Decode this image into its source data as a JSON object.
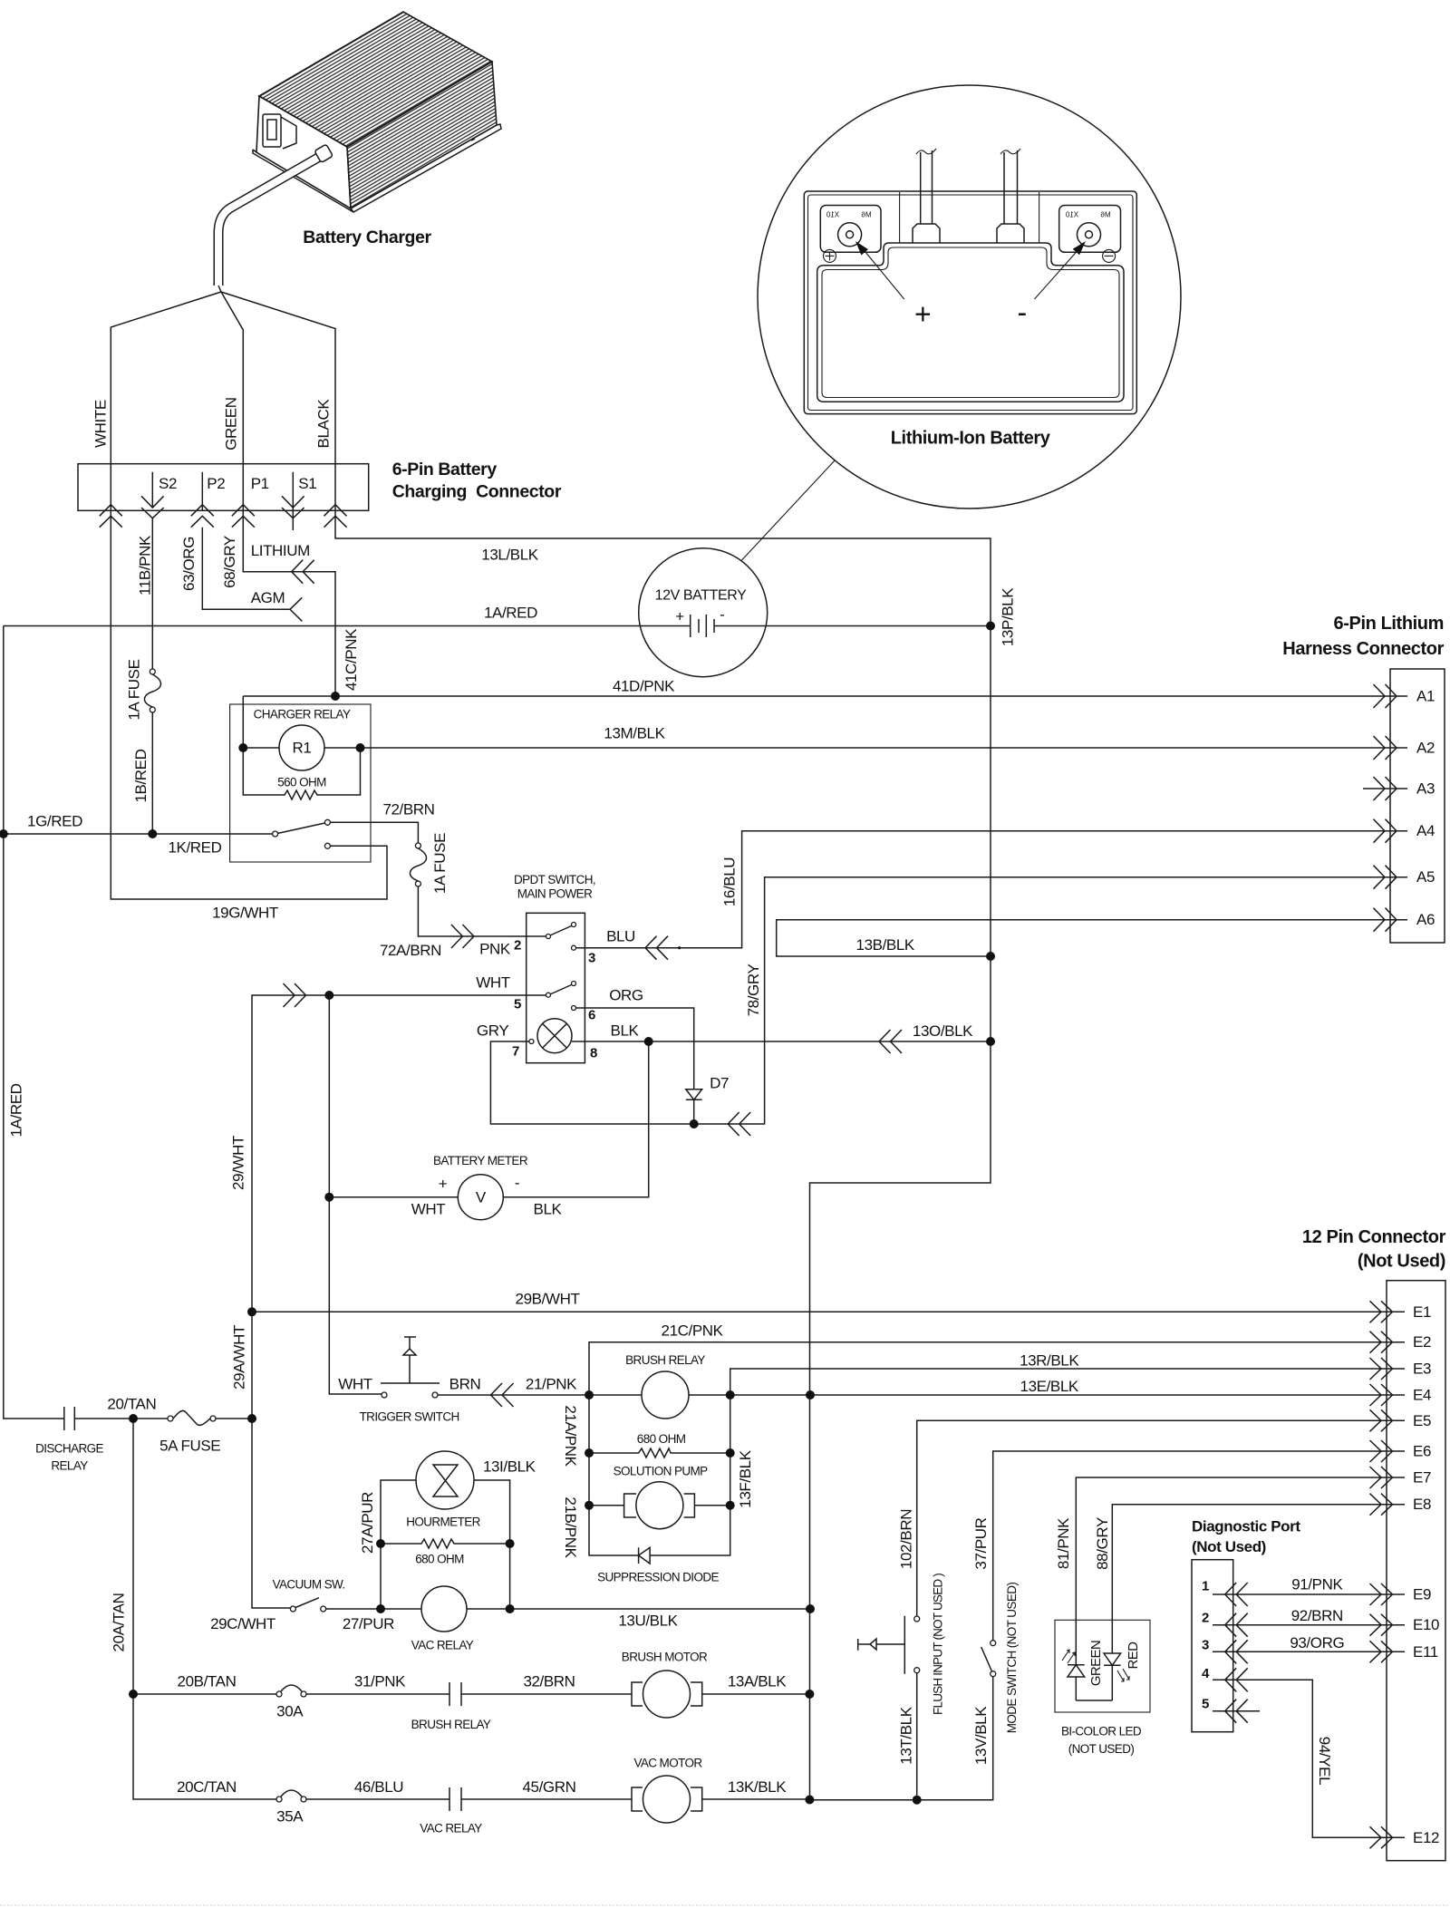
{
  "battery_charger": {
    "label": "Battery Charger"
  },
  "charging_connector": {
    "title_line1": "6-Pin Battery",
    "title_line2": "Charging  Connector",
    "leads": {
      "white": "WHITE",
      "green": "GREEN",
      "black": "BLACK"
    },
    "pins": {
      "s2": "S2",
      "p2": "P2",
      "p1": "P1",
      "s1": "S1"
    },
    "selectors": {
      "lithium": "LITHIUM",
      "agm": "AGM"
    }
  },
  "lithium_battery": {
    "label": "Lithium-Ion Battery",
    "positive": "+",
    "negative": "-",
    "terminal_size": "X10",
    "terminal_thread": "M6"
  },
  "battery_12v": {
    "label": "12V BATTERY",
    "positive": "+",
    "negative": "-"
  },
  "harness_connector": {
    "title_line1": "6-Pin Lithium",
    "title_line2": "Harness Connector",
    "pins": [
      "A1",
      "A2",
      "A3",
      "A4",
      "A5",
      "A6"
    ]
  },
  "charger_relay": {
    "label": "CHARGER RELAY",
    "coil": "R1",
    "resistor": "560 OHM"
  },
  "dpdt_switch": {
    "title_line1": "DPDT SWITCH,",
    "title_line2": "MAIN POWER",
    "pin_numbers": {
      "p2": "2",
      "p3": "3",
      "p5": "5",
      "p6": "6",
      "p7": "7",
      "p8": "8"
    },
    "leads": {
      "pnk": "PNK",
      "blu": "BLU",
      "wht": "WHT",
      "org": "ORG",
      "gry": "GRY",
      "blk": "BLK"
    }
  },
  "diode_d7": {
    "label": "D7"
  },
  "battery_meter": {
    "label": "BATTERY METER",
    "symbol": "V",
    "positive": "+",
    "negative": "-",
    "positive_lead": "WHT",
    "negative_lead": "BLK"
  },
  "trigger_switch": {
    "label": "TRIGGER SWITCH",
    "left_lead": "WHT",
    "right_lead": "BRN"
  },
  "discharge_relay": {
    "label_line1": "DISCHARGE",
    "label_line2": "RELAY"
  },
  "main_fuse": {
    "label": "5A FUSE"
  },
  "fuses": {
    "charger_fuse": "1A FUSE",
    "relay_fuse": "1A FUSE"
  },
  "brush_relay_coil": {
    "label": "BRUSH RELAY",
    "resistor": "680 OHM"
  },
  "solution_pump": {
    "label": "SOLUTION PUMP"
  },
  "suppression_diode": {
    "label": "SUPPRESSION DIODE"
  },
  "hourmeter": {
    "label": "HOURMETER",
    "resistor": "680 OHM"
  },
  "vac_relay_coil": {
    "label": "VAC RELAY"
  },
  "vacuum_switch": {
    "label": "VACUUM SW."
  },
  "brush_motor_circuit": {
    "motor": "BRUSH MOTOR",
    "fuse": "30A",
    "relay_contact": "BRUSH RELAY"
  },
  "vac_motor_circuit": {
    "motor": "VAC MOTOR",
    "fuse": "35A",
    "relay_contact": "VAC RELAY"
  },
  "flush_input": {
    "label": "FLUSH INPUT (NOT USED )"
  },
  "mode_switch": {
    "label": "MODE SWITCH (NOT USED)"
  },
  "bicolor_led": {
    "label_line1": "BI-COLOR LED",
    "label_line2": "(NOT USED)",
    "green": "GREEN",
    "red": "RED"
  },
  "pin12_connector": {
    "title_line1": "12 Pin Connector",
    "title_line2": "(Not Used)",
    "pins": [
      "E1",
      "E2",
      "E3",
      "E4",
      "E5",
      "E6",
      "E7",
      "E8",
      "E9",
      "E10",
      "E11",
      "E12"
    ]
  },
  "diagnostic_port": {
    "title_line1": "Diagnostic Port",
    "title_line2": "(Not Used)",
    "pins": [
      "1",
      "2",
      "3",
      "4",
      "5"
    ]
  },
  "wires": {
    "w11B": "11B/PNK",
    "w63": "63/ORG",
    "w68": "68/GRY",
    "w13L": "13L/BLK",
    "w1A": "1A/RED",
    "w13P": "13P/BLK",
    "w41C": "41C/PNK",
    "w41D": "41D/PNK",
    "w13M": "13M/BLK",
    "w1B": "1B/RED",
    "w1G": "1G/RED",
    "w1K": "1K/RED",
    "w72": "72/BRN",
    "w19G": "19G/WHT",
    "w72A": "72A/BRN",
    "w16": "16/BLU",
    "w78": "78/GRY",
    "w13B": "13B/BLK",
    "w13O": "13O/BLK",
    "w1A_v": "1A/RED",
    "w29": "29/WHT",
    "w29B": "29B/WHT",
    "w21C": "21C/PNK",
    "w29A": "29A/WHT",
    "w13R": "13R/BLK",
    "w13E": "13E/BLK",
    "w21": "21/PNK",
    "w21A": "21A/PNK",
    "w21B": "21B/PNK",
    "w13F": "13F/BLK",
    "w20": "20/TAN",
    "w13I": "13I/BLK",
    "w27A": "27A/PUR",
    "w29C": "29C/WHT",
    "w27": "27/PUR",
    "w13U": "13U/BLK",
    "w20A": "20A/TAN",
    "w20B": "20B/TAN",
    "w31": "31/PNK",
    "w32": "32/BRN",
    "w13A": "13A/BLK",
    "w20C": "20C/TAN",
    "w46": "46/BLU",
    "w45": "45/GRN",
    "w13K": "13K/BLK",
    "w102": "102/BRN",
    "w13T": "13T/BLK",
    "w37": "37/PUR",
    "w13V": "13V/BLK",
    "w81": "81/PNK",
    "w88": "88/GRY",
    "w91": "91/PNK",
    "w92": "92/BRN",
    "w93": "93/ORG",
    "w94": "94/YEL"
  }
}
